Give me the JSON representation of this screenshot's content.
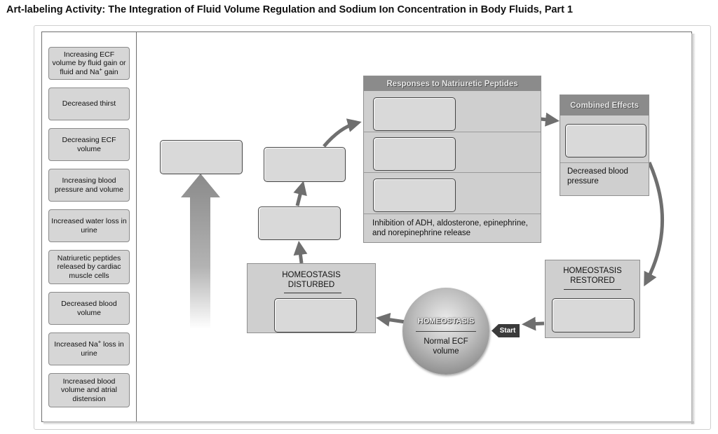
{
  "title": "Art-labeling Activity: The Integration of Fluid Volume Regulation and Sodium Ion Concentration in Body Fluids, Part 1",
  "labels": [
    {
      "pre": "Increasing ECF volume by fluid gain or fluid and Na",
      "sup": "+",
      "post": " gain"
    },
    {
      "pre": "Decreased thirst",
      "sup": "",
      "post": ""
    },
    {
      "pre": "Decreasing ECF volume",
      "sup": "",
      "post": ""
    },
    {
      "pre": "Increasing blood pressure and volume",
      "sup": "",
      "post": ""
    },
    {
      "pre": "Increased water loss in urine",
      "sup": "",
      "post": ""
    },
    {
      "pre": "Natriuretic peptides released by cardiac muscle cells",
      "sup": "",
      "post": ""
    },
    {
      "pre": "Decreased blood volume",
      "sup": "",
      "post": ""
    },
    {
      "pre": "Increased Na",
      "sup": "+",
      "post": " loss in urine"
    },
    {
      "pre": "Increased blood volume and atrial distension",
      "sup": "",
      "post": ""
    }
  ],
  "responses": {
    "header": "Responses to Natriuretic Peptides",
    "text": "Inhibition of ADH, aldosterone, epinephrine, and norepinephrine release"
  },
  "combined": {
    "header": "Combined Effects",
    "text": "Decreased blood pressure"
  },
  "disturbed": {
    "line1": "HOMEOSTASIS",
    "line2": "DISTURBED"
  },
  "restored": {
    "line1": "HOMEOSTASIS",
    "line2": "RESTORED"
  },
  "homeostasis": {
    "title": "HOMEOSTASIS",
    "text": "Normal ECF volume"
  },
  "start_label": "Start",
  "colors": {
    "panel": "#cfcfcf",
    "header": "#8b8b8b",
    "drop_zone": "#d9d9d9",
    "label": "#d6d6d6"
  }
}
